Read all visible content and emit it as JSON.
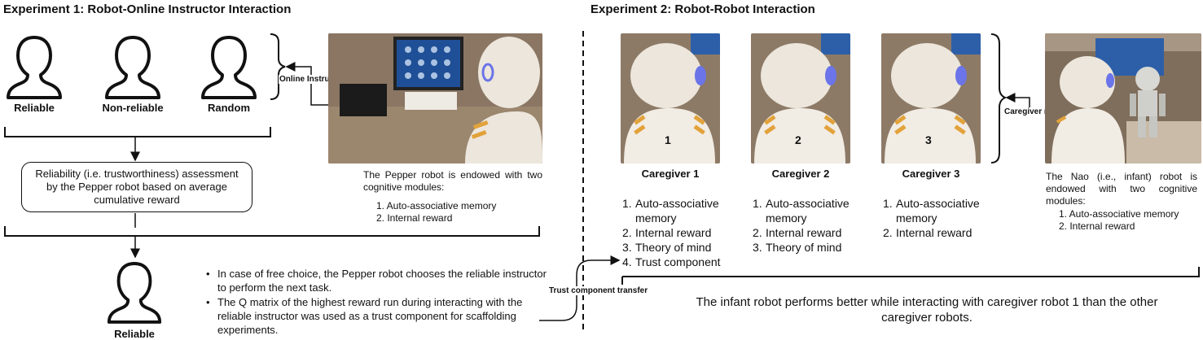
{
  "exp1": {
    "title": "Experiment 1: Robot-Online Instructor Interaction",
    "instructors": [
      {
        "label": "Reliable"
      },
      {
        "label": "Non-reliable"
      },
      {
        "label": "Random"
      }
    ],
    "online_instructors_tag": "Online Instructors",
    "assessment_box": "Reliability (i.e. trustworthiness) assessment by the Pepper robot based on average cumulative reward",
    "pepper_caption": "The Pepper robot is endowed with two cognitive modules:",
    "pepper_modules": [
      "1. Auto-associative memory",
      "2. Internal reward"
    ],
    "result_label": "Reliable",
    "bullets": [
      "In case of free choice, the Pepper robot chooses the reliable instructor to perform the next task.",
      "The Q matrix of the highest reward run during interacting with the reliable instructor was used as a trust component for scaffolding experiments."
    ],
    "transfer_tag": "Trust component transfer"
  },
  "exp2": {
    "title": "Experiment 2: Robot-Robot Interaction",
    "caregivers": [
      {
        "photo_number": "1",
        "label": "Caregiver 1",
        "modules": [
          [
            "1.",
            "Auto-associative memory"
          ],
          [
            "2.",
            "Internal reward"
          ],
          [
            "3.",
            "Theory of mind"
          ],
          [
            "4.",
            "Trust component"
          ]
        ]
      },
      {
        "photo_number": "2",
        "label": "Caregiver 2",
        "modules": [
          [
            "1.",
            "Auto-associative memory"
          ],
          [
            "2.",
            "Internal reward"
          ],
          [
            "3.",
            "Theory of mind"
          ]
        ]
      },
      {
        "photo_number": "3",
        "label": "Caregiver 3",
        "modules": [
          [
            "1.",
            "Auto-associative memory"
          ],
          [
            "2.",
            "Internal reward"
          ]
        ]
      }
    ],
    "caregiver_tag": "Caregiver robots",
    "nao_caption": "The Nao (i.e., infant) robot is endowed with two cognitive modules:",
    "nao_modules": [
      "1. Auto-associative memory",
      "2. Internal reward"
    ],
    "conclusion": "The infant robot performs better while interacting with caregiver robot 1 than the other caregiver robots."
  },
  "colors": {
    "line": "#111111",
    "robot_body": "#ece6dc",
    "robot_stripe": "#e2a23a",
    "photo_bg": "#7c6a58",
    "screen": "#2d5fa8"
  },
  "icons": [
    "person-outline-icon",
    "arrow-icon",
    "brace-icon",
    "pepper-robot-photo",
    "nao-robot-photo"
  ]
}
